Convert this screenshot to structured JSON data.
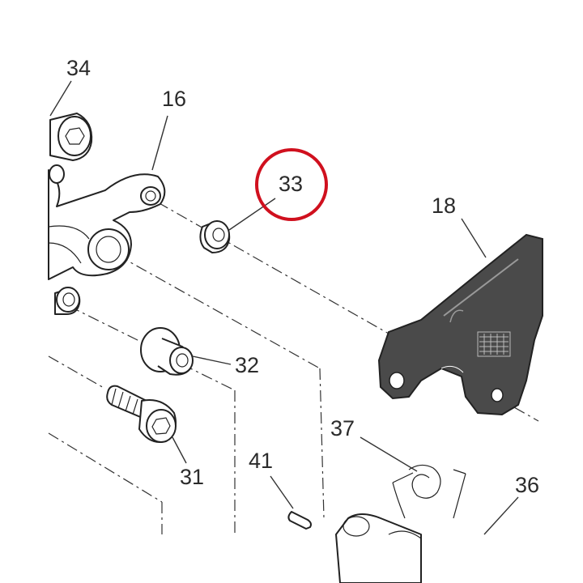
{
  "callouts": {
    "c34": "34",
    "c16": "16",
    "c33": "33",
    "c18": "18",
    "c32": "32",
    "c37": "37",
    "c31": "31",
    "c41": "41",
    "c36": "36"
  },
  "highlight": {
    "color": "#d0101e"
  },
  "colors": {
    "bracket_fill": "#4a4a4a",
    "line": "#333333"
  }
}
